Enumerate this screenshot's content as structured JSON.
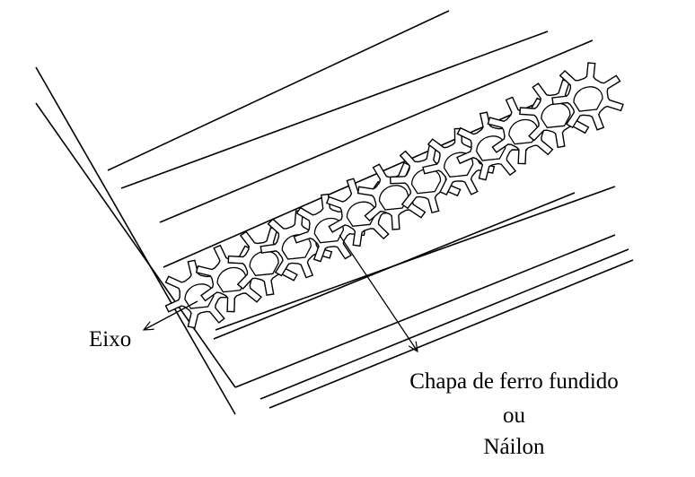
{
  "labels": {
    "shaft": "Eixo",
    "plate_line1": "Chapa de ferro fundido",
    "plate_line2": "ou",
    "plate_line3": "Náilon"
  },
  "colors": {
    "stroke": "#000000",
    "fill": "#ffffff",
    "background": "#ffffff"
  }
}
